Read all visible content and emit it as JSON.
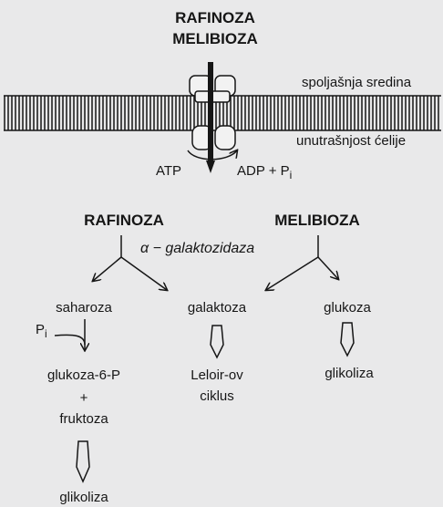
{
  "top": {
    "line1": "RAFINOZA",
    "line2": "MELIBIOZA"
  },
  "membrane": {
    "outside_label": "spoljašnja sredina",
    "inside_label": "unutrašnjost ćelije"
  },
  "energy": {
    "atp": "ATP",
    "adp": "ADP + P",
    "adp_sub": "i"
  },
  "substrates": {
    "left": "RAFINOZA",
    "right": "MELIBIOZA",
    "enzyme": "α − galaktozidaza"
  },
  "products": {
    "saharoza": "saharoza",
    "galaktoza": "galaktoza",
    "glukoza": "glukoza",
    "pi": "P",
    "pi_sub": "i",
    "glukoza6p": "glukoza-6-P",
    "plus": "+",
    "fruktoza": "fruktoza",
    "leloir1": "Leloir-ov",
    "leloir2": "ciklus",
    "glikoliza_right": "glikoliza",
    "glikoliza_left": "glikoliza"
  },
  "colors": {
    "background": "#e9e9ea",
    "ink": "#161616"
  },
  "icons": [
    "membrane-transporter-icon",
    "hollow-arrow-icon",
    "split-arrow-icon"
  ]
}
